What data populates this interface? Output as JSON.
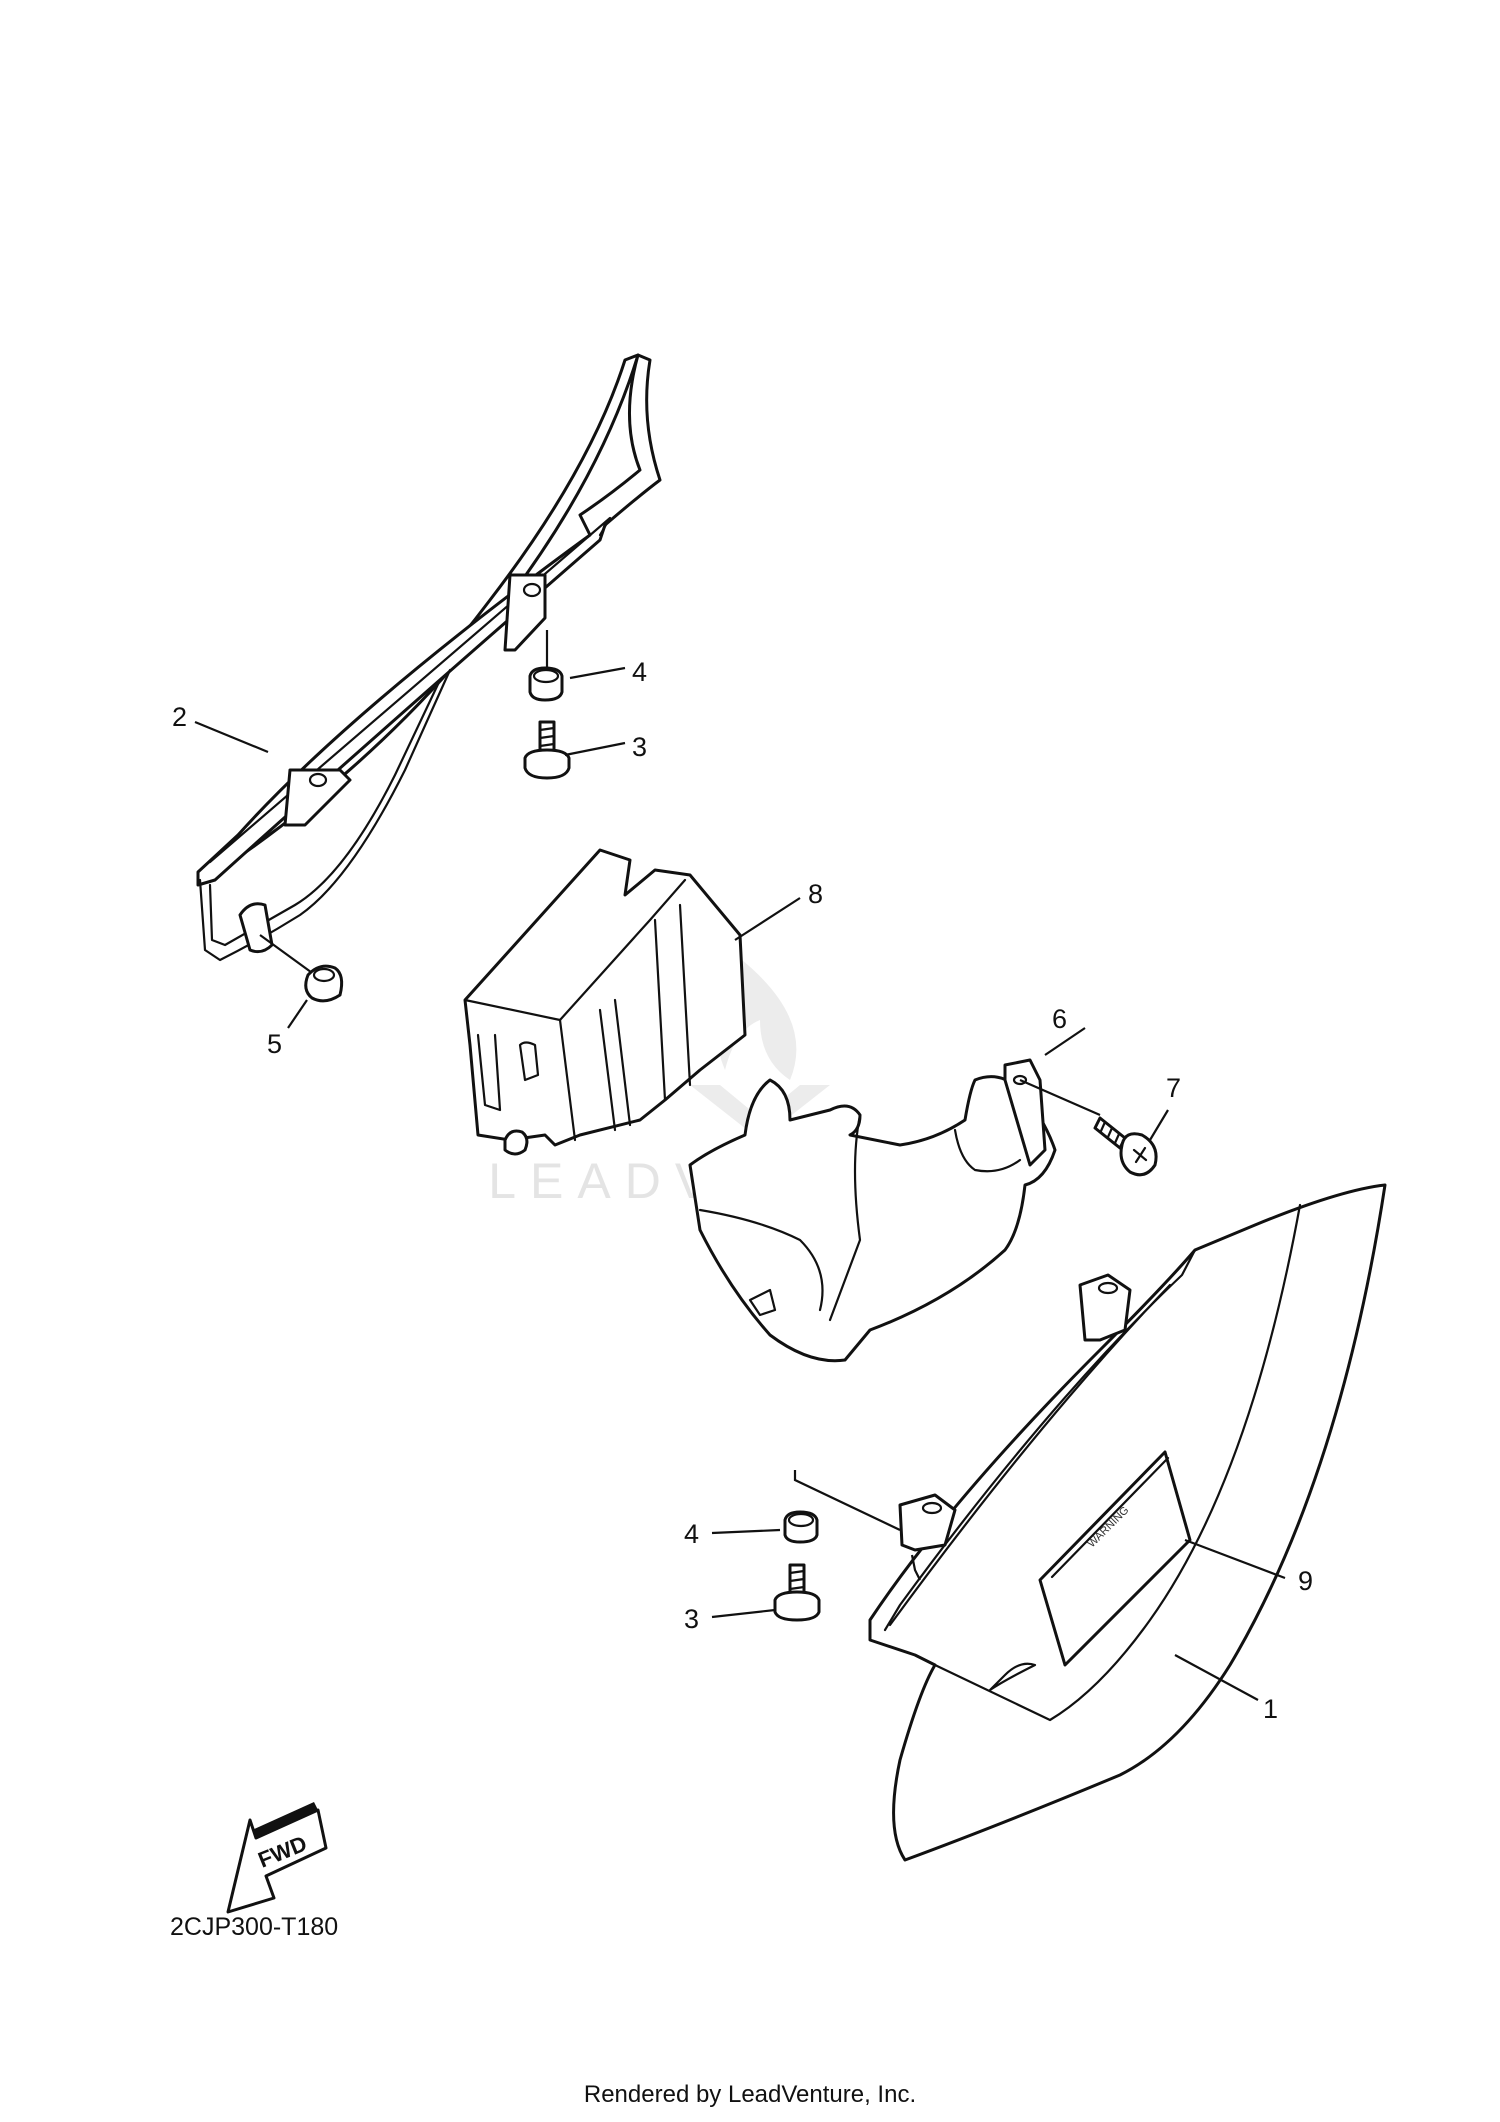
{
  "diagram": {
    "callouts": [
      "1",
      "2",
      "3",
      "3",
      "4",
      "4",
      "5",
      "6",
      "7",
      "8",
      "9"
    ],
    "watermark": "LEADVENTURE",
    "fwd_label": "FWD",
    "warning_label": "WARNING",
    "drawing_code": "2CJP300-T180",
    "footer": "Rendered by LeadVenture, Inc."
  }
}
